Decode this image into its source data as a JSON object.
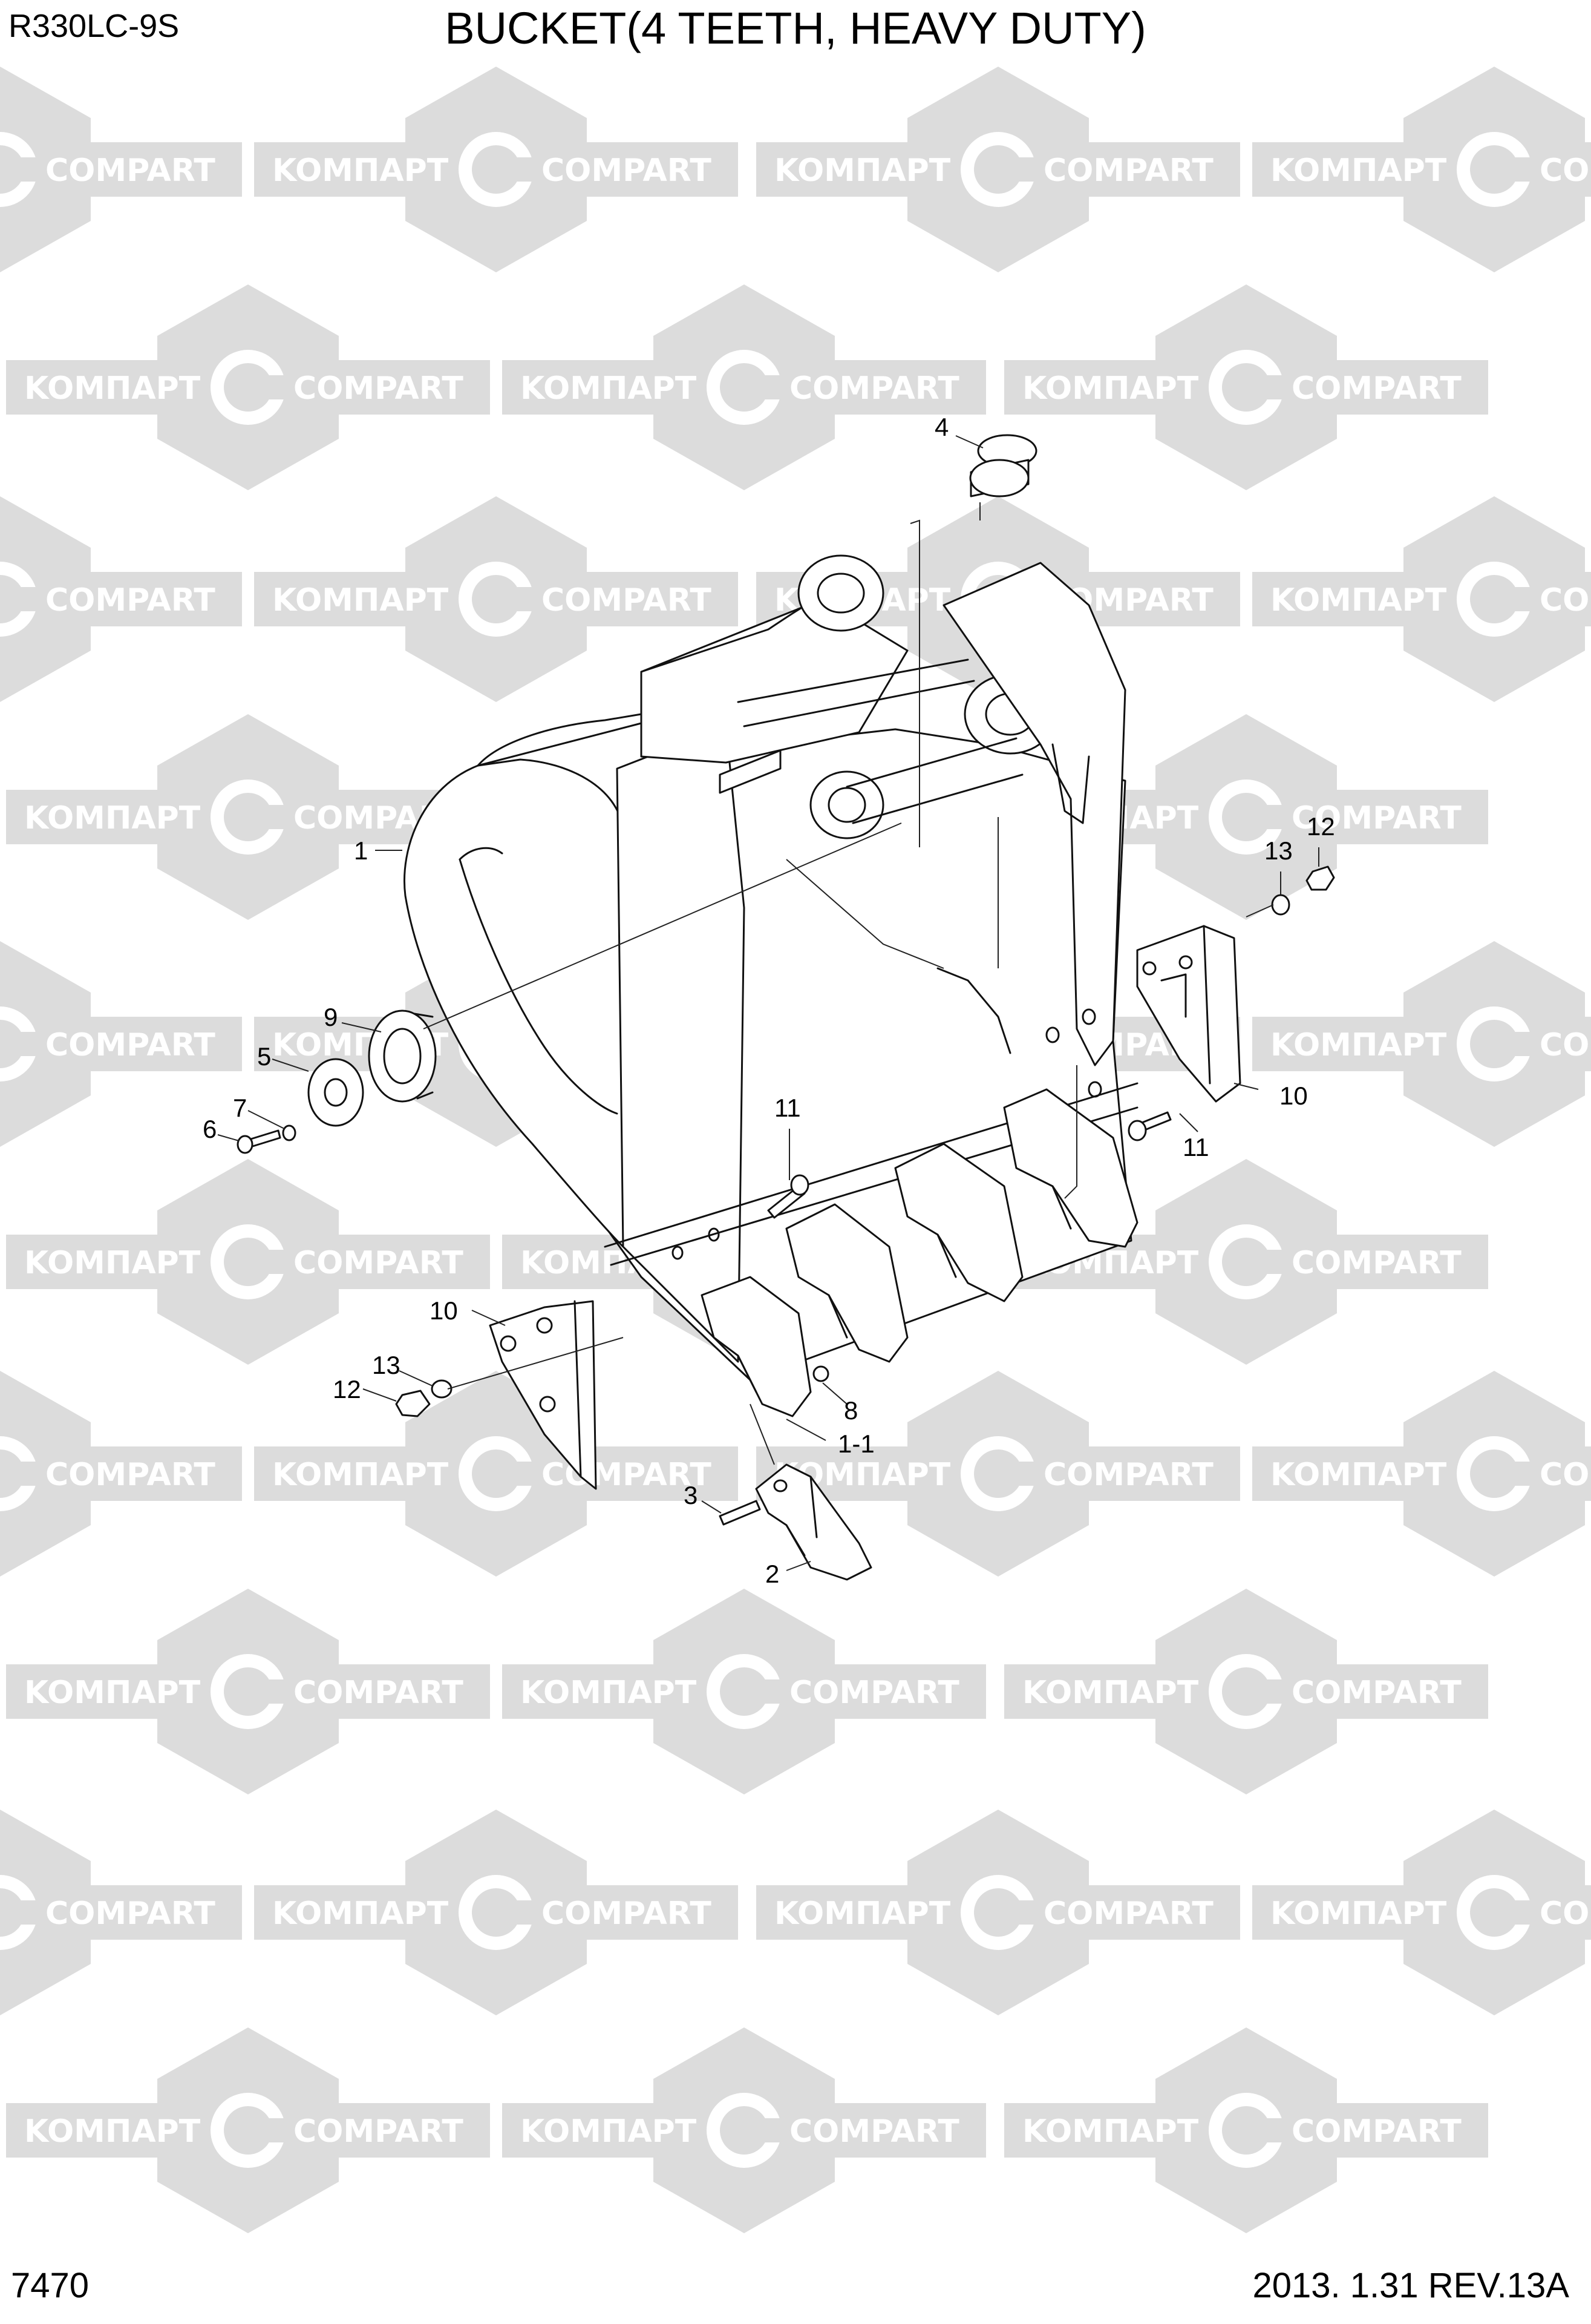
{
  "header": {
    "model": "R330LC-9S",
    "title": "BUCKET(4 TEETH, HEAVY DUTY)"
  },
  "footer": {
    "page_number": "7470",
    "date_revision": "2013. 1.31  REV.13A"
  },
  "watermark": {
    "text_left": "KOMПАРТ",
    "text_right": "COMPART",
    "color": "#dcdcdc"
  },
  "callouts": {
    "c1": "1",
    "c1_1": "1-1",
    "c2": "2",
    "c3": "3",
    "c4": "4",
    "c5": "5",
    "c6": "6",
    "c7": "7",
    "c8": "8",
    "c9": "9",
    "c10a": "10",
    "c10b": "10",
    "c11a": "11",
    "c11b": "11",
    "c12a": "12",
    "c12b": "12",
    "c13a": "13",
    "c13b": "13"
  }
}
